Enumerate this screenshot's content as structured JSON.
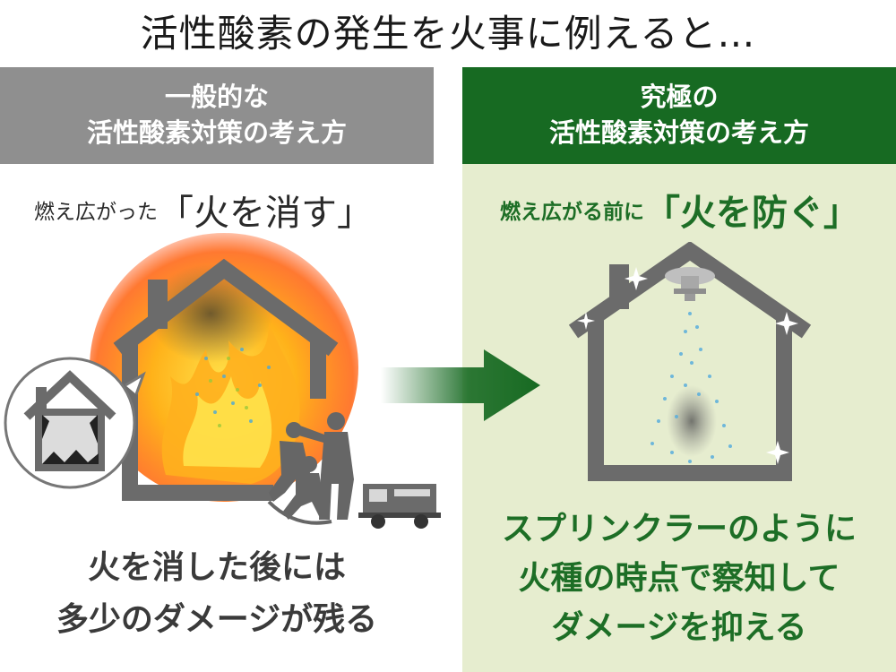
{
  "title": "活性酸素の発生を火事に例えると…",
  "left": {
    "banner": [
      "一般的な",
      "活性酸素対策の考え方"
    ],
    "subhead_small": "燃え広がった",
    "subhead_big": "「火を消す」",
    "caption": [
      "火を消した後には",
      "多少のダメージが残る"
    ]
  },
  "right": {
    "banner": [
      "究極の",
      "活性酸素対策の考え方"
    ],
    "subhead_small": "燃え広がる前に",
    "subhead_big": "「火を防ぐ」",
    "caption": [
      "スプリンクラーのように",
      "火種の時点で察知して",
      "ダメージを抑える"
    ]
  },
  "colors": {
    "gray_banner": "#8f8f8f",
    "green_banner": "#176a22",
    "green_panel": "#e6edcf",
    "green_text": "#1d6e26",
    "house_gray": "#6b6b6b"
  },
  "icons": [
    "burning-house",
    "firefighters",
    "fire-truck",
    "magnified-house",
    "arrow",
    "sprinkler-house",
    "sprinkler-head"
  ]
}
